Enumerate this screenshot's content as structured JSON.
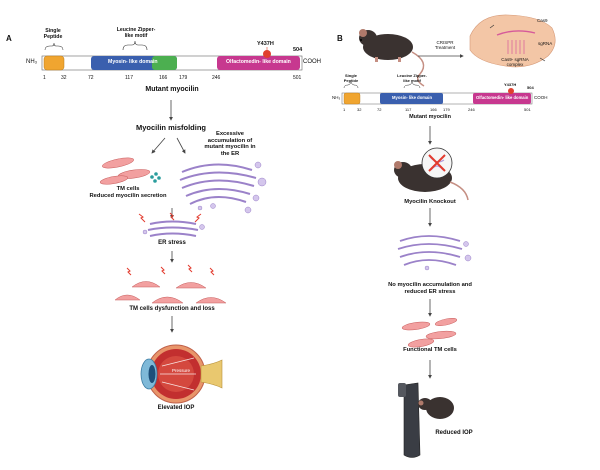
{
  "panel_a": {
    "letter": "A",
    "single_peptide": "Single\nPeptide",
    "leucine_zipper": "Leucine Zipper-\nlike motif",
    "mutation": "Y437H",
    "end_number": "504",
    "nh3": "NH₃",
    "cooh": "COOH",
    "myosin_domain": "Myosin- like domain",
    "olfactomedin_domain": "Olfactomedin- like domain",
    "positions": [
      "1",
      "32",
      "72",
      "117",
      "166",
      "179",
      "246",
      "501"
    ],
    "protein_label": "Mutant myocilin",
    "misfolding": "Myocilin misfolding",
    "accumulation": "Excessive\naccumulation of\nmutant myocilin  in\nthe ER",
    "tm_cells": "TM cells\nReduced myocilin secretion",
    "er_stress": "ER stress",
    "dysfunction": "TM cells dysfunction and loss",
    "pressure": "Pressure",
    "elevated_iop": "Elevated IOP",
    "colors": {
      "peptide": "#f0a530",
      "myosin": "#3a5fae",
      "zipper": "#4caf50",
      "olfactomedin": "#c7388f",
      "mutation": "#e0402e"
    }
  },
  "panel_b": {
    "letter": "B",
    "crispr_treatment": "CRISPR\nTreatment",
    "cas9": "Cas9",
    "sgrna": "sgRNA",
    "complex": "Cas9- sgRNA\ncomplex",
    "single_peptide": "Single\nPeptide",
    "leucine_zipper": "Leucine Zipper-\nlike motif",
    "mutation": "Y437H",
    "end_number": "504",
    "nh3": "NH₃",
    "cooh": "COOH",
    "myosin_domain": "Myosin- like domain",
    "olfactomedin_domain": "Olfactomedin- like domain",
    "positions": [
      "1",
      "32",
      "72",
      "117",
      "166",
      "179",
      "246",
      "501"
    ],
    "protein_label": "Mutant myocilin",
    "knockout": "Myocilin Knockout",
    "no_accumulation": "No myocilin accumulation and\nreduced ER stress",
    "functional": "Functional TM cells",
    "reduced_iop": "Reduced IOP"
  }
}
